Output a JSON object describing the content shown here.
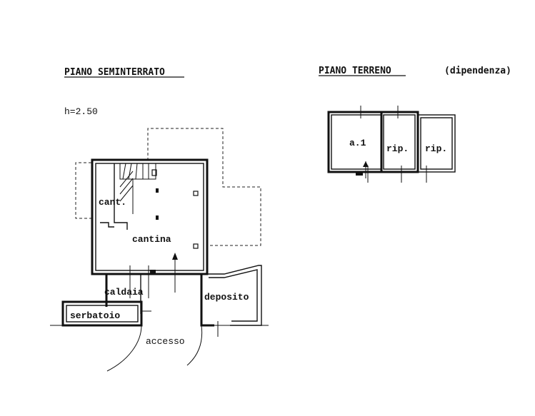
{
  "headings": {
    "semi": "PIANO SEMINTERRATO",
    "terra": "PIANO TERRENO",
    "dip": "(dipendenza)"
  },
  "height_note": "h=2.50",
  "rooms": {
    "cant": "cant.",
    "cantina": "cantina",
    "caldaia": "caldaia",
    "serbatoio": "serbatoio",
    "deposito": "deposito",
    "accesso": "accesso",
    "room_a": "a.1",
    "rip1": "rip.",
    "rip2": "rip."
  }
}
